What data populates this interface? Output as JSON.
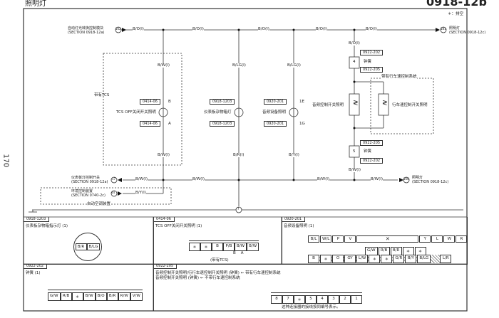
{
  "header": {
    "title": "照明灯",
    "code": "0918-12b",
    "page_number": "170",
    "legend": "＊：排空"
  },
  "wires": {
    "bo": "B/O(I)",
    "bw": "B/W(I)",
    "blg": "B/LG(I)",
    "br": "B/R(I)",
    "by": "B/Y(I)"
  },
  "refs": {
    "auto_light": {
      "id": "162",
      "name": "自动灯光转换控制模块",
      "section": "(SECTION 0918-12a)"
    },
    "lighting_top": {
      "id": "181",
      "name": "照明灯",
      "section": "(SECTION 0918-12c)"
    },
    "dash_switch": {
      "id": "17",
      "name": "仪表板灯控制开关",
      "section": "(SECTION 0918-12a)"
    },
    "climate": {
      "id": "44",
      "name": "环境控制装置",
      "section": "(SECTION 0740-2c)"
    },
    "lighting_bottom": {
      "id": "166",
      "name": "照明灯",
      "section": "(SECTION 0918-12c)"
    },
    "ground": "7"
  },
  "components": {
    "tcs_group": "带有TCS",
    "tcs_lamp": "TCS OFF关闭开关照明",
    "tcs_conn": "0414-06",
    "tcs_pin_top": "B",
    "tcs_pin_bot": "A",
    "glove_lamp": "仪表板杂物箱灯",
    "glove_conn": "0918-1203",
    "audio_lamp": "音频设备照明",
    "audio_conn": "0920-201",
    "audio_pin_top": "1E",
    "audio_pin_bot": "1G",
    "clock_spring": "钟簧",
    "cs_conn_a": "0922-202",
    "cs_conn_b": "0922-205",
    "cs_pin_top": "4",
    "cs_pin_bot": "5",
    "cruise_group": "带有行车速控制系统",
    "audio_sw": "音频控制开关照明",
    "cruise_sw": "行车速控制开关照明",
    "ac_group": "自动空调装置"
  },
  "panels": {
    "p1": {
      "tag": "0918-1203",
      "title": "仪表板杂物箱指示灯 (1)",
      "pins": [
        "B/R",
        "B/LG"
      ]
    },
    "p2": {
      "tag": "0414-06",
      "title": "TCS OFF关闭开关照明 (1)",
      "pins": [
        "＊",
        "＊",
        "B",
        "P/B",
        "B/W",
        "B/W"
      ],
      "pin_labels": "B    A",
      "note": "(带有TCS)"
    },
    "p3": {
      "tag": "0920-201",
      "title": "音频设备照明 (1)",
      "top_pins": [
        "B/L",
        "W/L",
        "P",
        "V",
        "Y",
        "L",
        "W",
        "R"
      ],
      "mid_pins": [
        "G/W",
        "R/B",
        "B/R",
        "＊",
        "＊"
      ],
      "bottom_pins": [
        "B",
        "＊",
        "O",
        "GY",
        "L/W",
        "＊",
        "＊",
        "G/R",
        "B/Y",
        "B/LG",
        "L/R"
      ]
    },
    "p4": {
      "tag": "0922-202",
      "title": "钟簧 (1)",
      "pins": [
        "G/W",
        "R/B",
        "＊",
        "B/W",
        "B/O",
        "B/R",
        "R/W",
        "V/W"
      ]
    },
    "p5": {
      "tag": "0922-205",
      "line1": "音频控制开关照明/行行车速控制开关照明 (钟簧) ← 带有行车速控制系统",
      "line2": "音频控制开关照明 (钟簧) ← 不带行车速控制系统",
      "pins": [
        "8",
        "7",
        "＊",
        "5",
        "4",
        "3",
        "2",
        "1"
      ],
      "note": "这种连接器的接线按同编号表示。"
    }
  }
}
